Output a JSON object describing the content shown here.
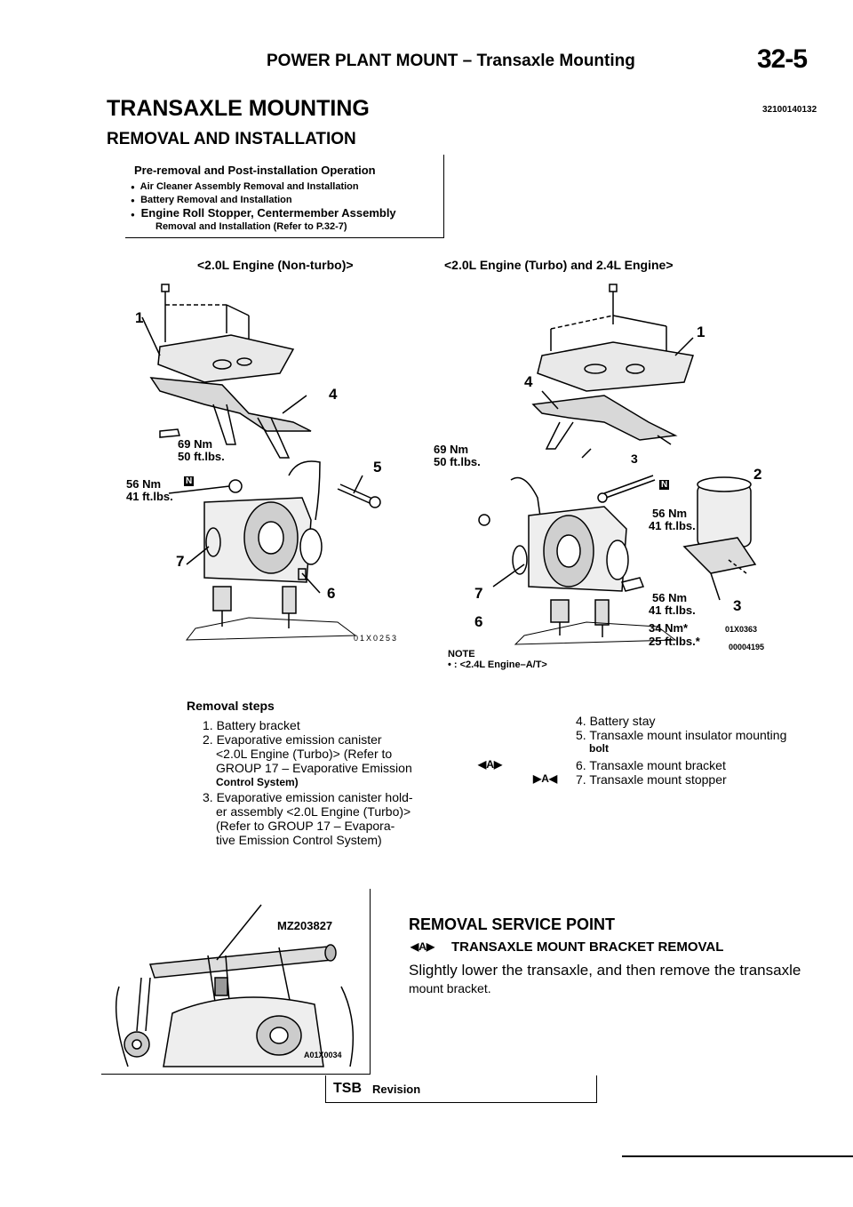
{
  "header": {
    "running_head": "POWER PLANT MOUNT – Transaxle Mounting",
    "page_number": "32-5"
  },
  "section": {
    "title": "TRANSAXLE MOUNTING",
    "code": "32100140132",
    "subtitle": "REMOVAL AND INSTALLATION"
  },
  "pre_box": {
    "heading": "Pre-removal and Post-installation Operation",
    "items": [
      "Air Cleaner Assembly Removal and Installation",
      "Battery Removal and Installation",
      "Engine Roll Stopper, Centermember Assembly",
      "Removal and Installation (Refer to P.32-7)"
    ]
  },
  "figures": {
    "left_heading": "<2.0L Engine (Non-turbo)>",
    "right_heading": "<2.0L Engine (Turbo) and 2.4L Engine>",
    "left": {
      "callouts": [
        "1",
        "4",
        "5",
        "7",
        "6"
      ],
      "torque_a": "69 Nm",
      "torque_a2": "50 ft.lbs.",
      "torque_b": "56 Nm",
      "torque_b2": "41 ft.lbs.",
      "n_mark": "N",
      "fig_code": "01X0253"
    },
    "right": {
      "callouts": [
        "1",
        "4",
        "3",
        "2",
        "7",
        "6",
        "3"
      ],
      "torque_a": "69 Nm",
      "torque_a2": "50 ft.lbs.",
      "torque_b": "56 Nm",
      "torque_b2": "41 ft.lbs.",
      "torque_c": "56 Nm",
      "torque_c2": "41 ft.lbs.",
      "torque_d": "34 Nm*",
      "torque_d2": "25 ft.lbs.*",
      "n_mark": "N",
      "fig_code": "01X0363",
      "fig_code2": "00004195",
      "note_label": "NOTE",
      "note_text": "• : <2.4L Engine–A/T>"
    }
  },
  "removal_steps": {
    "heading": "Removal steps",
    "left": [
      "1. Battery bracket",
      "2. Evaporative emission canister",
      "<2.0L Engine (Turbo)> (Refer to",
      "GROUP 17 – Evaporative Emission",
      "Control System)",
      "3. Evaporative emission canister hold-",
      "er assembly <2.0L Engine (Turbo)>",
      "(Refer to GROUP 17 – Evapora-",
      "tive Emission Control System)"
    ],
    "right": [
      "4. Battery stay",
      "5. Transaxle mount insulator mounting",
      "bolt",
      "6. Transaxle mount bracket",
      "7. Transaxle mount stopper"
    ],
    "marker_a_left": "◀A▶",
    "marker_a_right": "▶A◀"
  },
  "service": {
    "figure_label": "MZ203827",
    "figure_code": "A01X0034",
    "heading": "REMOVAL SERVICE POINT",
    "marker": "◀A▶",
    "subheading": "TRANSAXLE MOUNT BRACKET REMOVAL",
    "text_line1": "Slightly lower the transaxle, and then remove the transaxle",
    "text_line2": "mount  bracket."
  },
  "footer": {
    "tsb": "TSB",
    "revision": "Revision"
  }
}
